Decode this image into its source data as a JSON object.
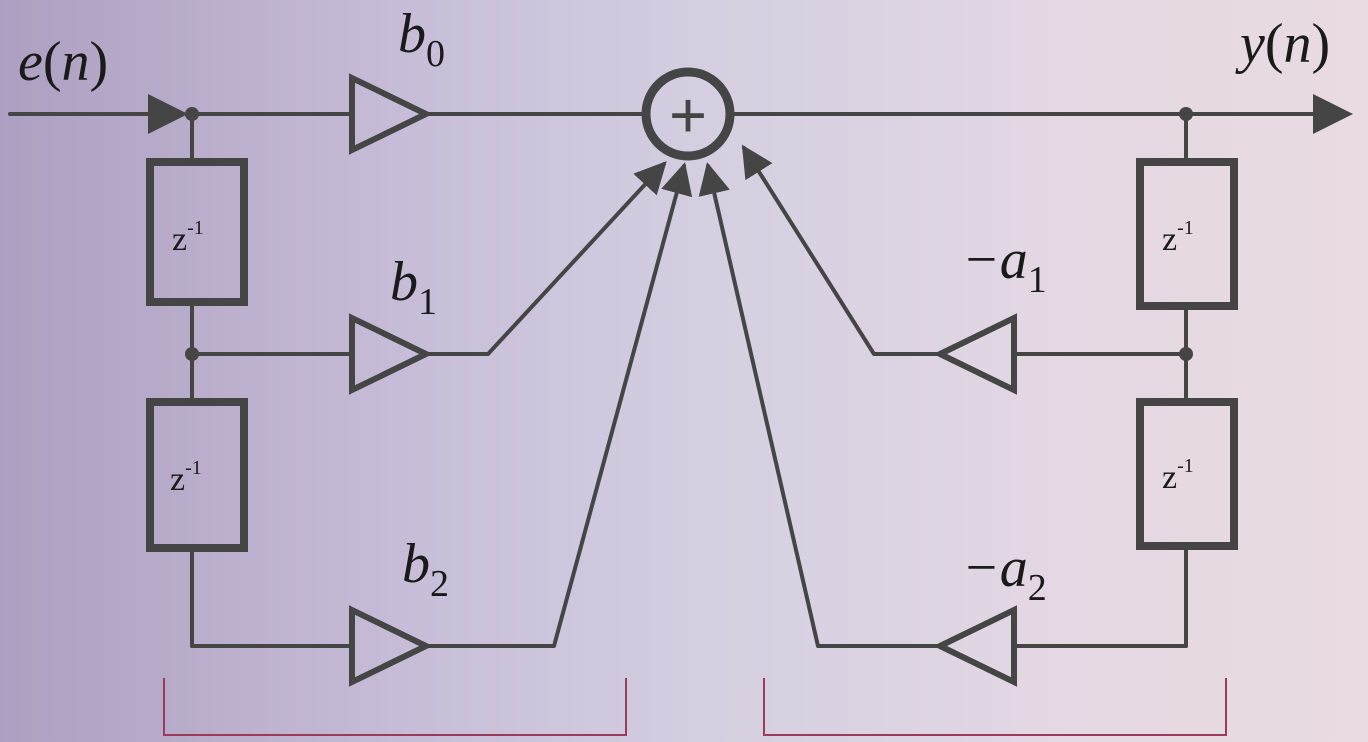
{
  "input_signal": "e(n)",
  "input_var": "e",
  "input_arg": "n",
  "output_signal": "y(n)",
  "output_var": "y",
  "output_arg": "n",
  "summer_symbol": "+",
  "delay_base": "z",
  "delay_exponent": "-1",
  "feedforward_gains": [
    {
      "sym": "b",
      "sub": "0"
    },
    {
      "sym": "b",
      "sub": "1"
    },
    {
      "sym": "b",
      "sub": "2"
    }
  ],
  "feedback_gains": [
    {
      "sym": "−a",
      "sub": "1"
    },
    {
      "sym": "−a",
      "sub": "2"
    }
  ],
  "colors": {
    "line": "#454545",
    "bracket": "#9c3a5e",
    "text": "#1a1a1a"
  }
}
